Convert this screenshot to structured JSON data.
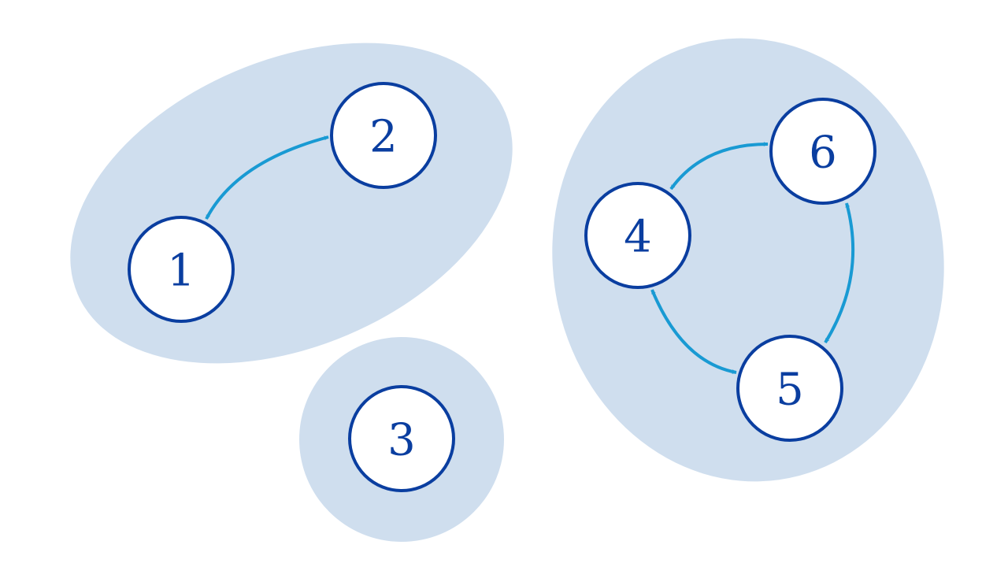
{
  "colors": {
    "component_fill": "#cfdeee",
    "node_stroke": "#0a3ea0",
    "node_fill": "#ffffff",
    "label": "#0a3ea0",
    "edge": "#199ad3"
  },
  "components": [
    {
      "id": "component-a",
      "nodes": [
        "1",
        "2"
      ]
    },
    {
      "id": "component-b",
      "nodes": [
        "3"
      ]
    },
    {
      "id": "component-c",
      "nodes": [
        "4",
        "5",
        "6"
      ]
    }
  ],
  "nodes": [
    {
      "id": "1",
      "label": "1"
    },
    {
      "id": "2",
      "label": "2"
    },
    {
      "id": "3",
      "label": "3"
    },
    {
      "id": "4",
      "label": "4"
    },
    {
      "id": "5",
      "label": "5"
    },
    {
      "id": "6",
      "label": "6"
    }
  ],
  "edges": [
    {
      "from": "1",
      "to": "2",
      "direction": "bidirectional"
    },
    {
      "from": "4",
      "to": "6",
      "direction": "bidirectional"
    },
    {
      "from": "6",
      "to": "5",
      "direction": "bidirectional"
    },
    {
      "from": "5",
      "to": "4",
      "direction": "bidirectional"
    }
  ]
}
